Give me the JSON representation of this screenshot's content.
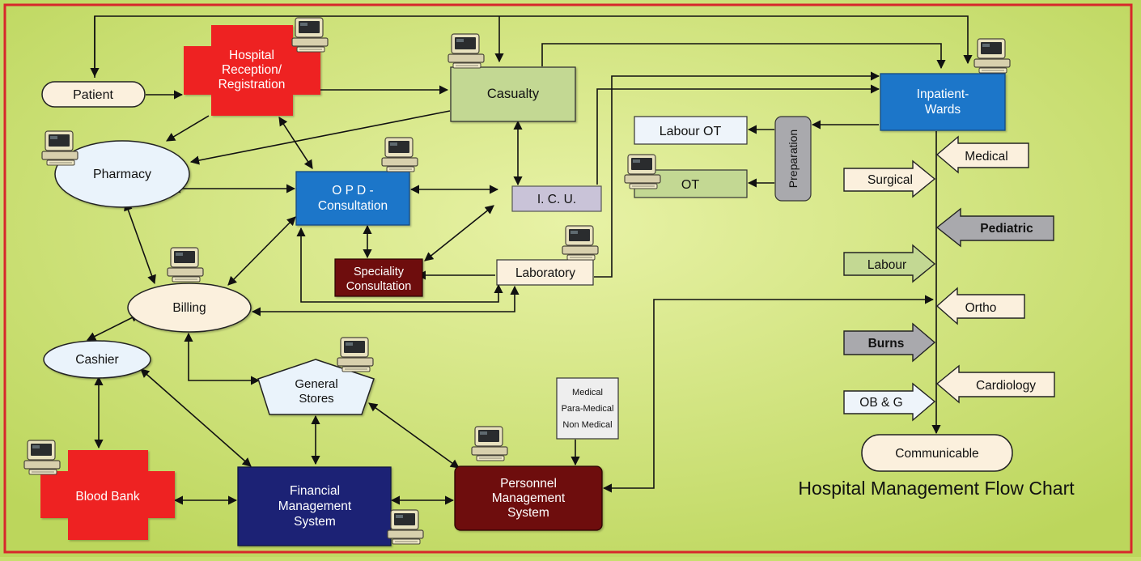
{
  "title": "Hospital Management Flow Chart",
  "nodes": {
    "patient": "Patient",
    "reception_l1": "Hospital",
    "reception_l2": "Reception/",
    "reception_l3": "Registration",
    "casualty": "Casualty",
    "inpatient_l1": "Inpatient-",
    "inpatient_l2": "Wards",
    "pharmacy": "Pharmacy",
    "opd_l1": "O P D -",
    "opd_l2": "Consultation",
    "icu": "I. C. U.",
    "labour_ot": "Labour OT",
    "ot": "OT",
    "preparation": "Preparation",
    "speciality_l1": "Speciality",
    "speciality_l2": "Consultation",
    "laboratory": "Laboratory",
    "billing": "Billing",
    "cashier": "Cashier",
    "stores_l1": "General",
    "stores_l2": "Stores",
    "staff_l1": "Medical",
    "staff_l2": "Para-Medical",
    "staff_l3": "Non Medical",
    "bloodbank": "Blood Bank",
    "financial_l1": "Financial",
    "financial_l2": "Management",
    "financial_l3": "System",
    "personnel_l1": "Personnel",
    "personnel_l2": "Management",
    "personnel_l3": "System",
    "communicable": "Communicable"
  },
  "wards_right": [
    "Medical",
    "Pediatric",
    "Ortho",
    "Cardiology"
  ],
  "wards_left": [
    "Surgical",
    "Labour",
    "Burns",
    "OB & G"
  ],
  "colors": {
    "background": "#c8df6e",
    "frame": "#d7272b",
    "blue": "#1f76c9",
    "navy": "#1d2475",
    "maroon": "#6e0f0f",
    "red": "#ee2424",
    "green": "#c3d893",
    "grey": "#a9a9ad",
    "lavender": "#c9c3d8",
    "cream": "#fbf0dd",
    "ice": "#eaf3fb"
  },
  "icons": [
    "computer-icon"
  ]
}
